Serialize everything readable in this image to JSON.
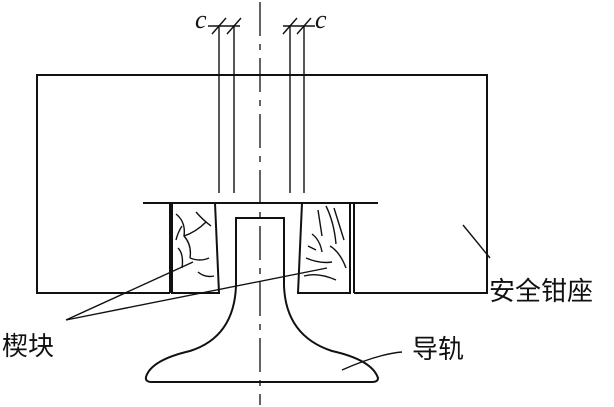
{
  "labels": {
    "safety_gear_seat": "安全钳座",
    "wedge": "楔块",
    "guide_rail": "导轨",
    "clearance_left": "c",
    "clearance_right": "c"
  },
  "colors": {
    "line": "#111111",
    "background": "#ffffff"
  }
}
